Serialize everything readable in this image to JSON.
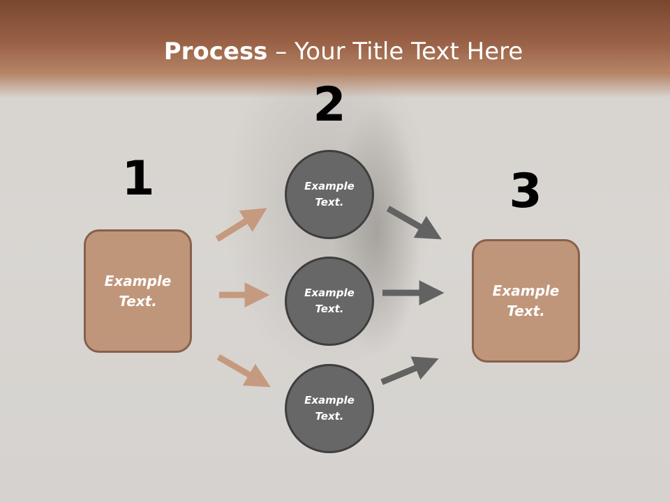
{
  "title": {
    "bold": "Process",
    "rest": " – Your Title Text Here"
  },
  "steps": {
    "n1": "1",
    "n2": "2",
    "n3": "3"
  },
  "left_box": {
    "label": "Example\nText."
  },
  "circles": [
    {
      "label": "Example\nText."
    },
    {
      "label": "Example\nText."
    },
    {
      "label": "Example\nText."
    }
  ],
  "right_box": {
    "label": "Example\nText."
  },
  "colors": {
    "header": "#8b5a40",
    "box_fill": "#c0967a",
    "box_border": "#87604c",
    "circle_fill": "#676767",
    "circle_border": "#3e3e3e",
    "arrow_left": "#c59a7e",
    "arrow_right": "#626262"
  }
}
